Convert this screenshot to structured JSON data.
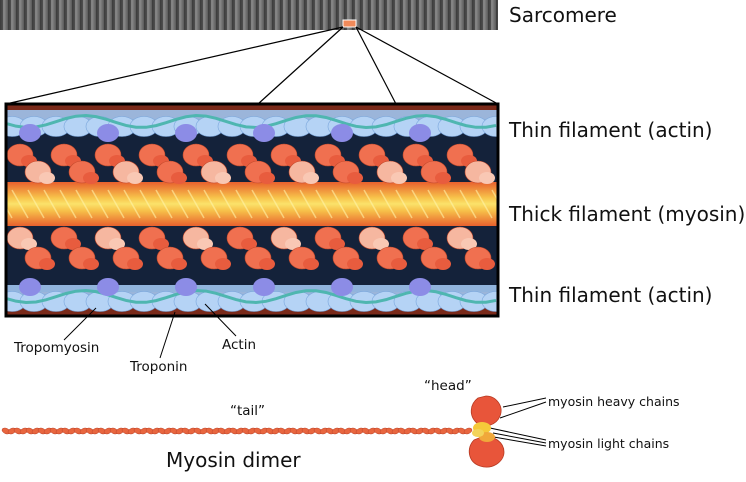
{
  "labels": {
    "sarcomere": "Sarcomere",
    "thin_top": "Thin filament (actin)",
    "thick": "Thick filament (myosin)",
    "thin_bottom": "Thin filament (actin)",
    "tropomyosin": "Tropomyosin",
    "troponin": "Troponin",
    "actin": "Actin",
    "tail": "“tail”",
    "head": "“head”",
    "heavy_chains": "myosin heavy chains",
    "light_chains": "myosin light chains",
    "dimer": "Myosin dimer"
  },
  "colors": {
    "actin_blue": "#9fc4f0",
    "tropomyosin_teal": "#4fb6b0",
    "troponin_purple": "#8c8ce6",
    "myosin_head": "#f07050",
    "myosin_pale": "#f6b7a0",
    "thick_core_yellow": "#f5d84a",
    "background_dark": "#14223a",
    "frame": "#000000"
  }
}
